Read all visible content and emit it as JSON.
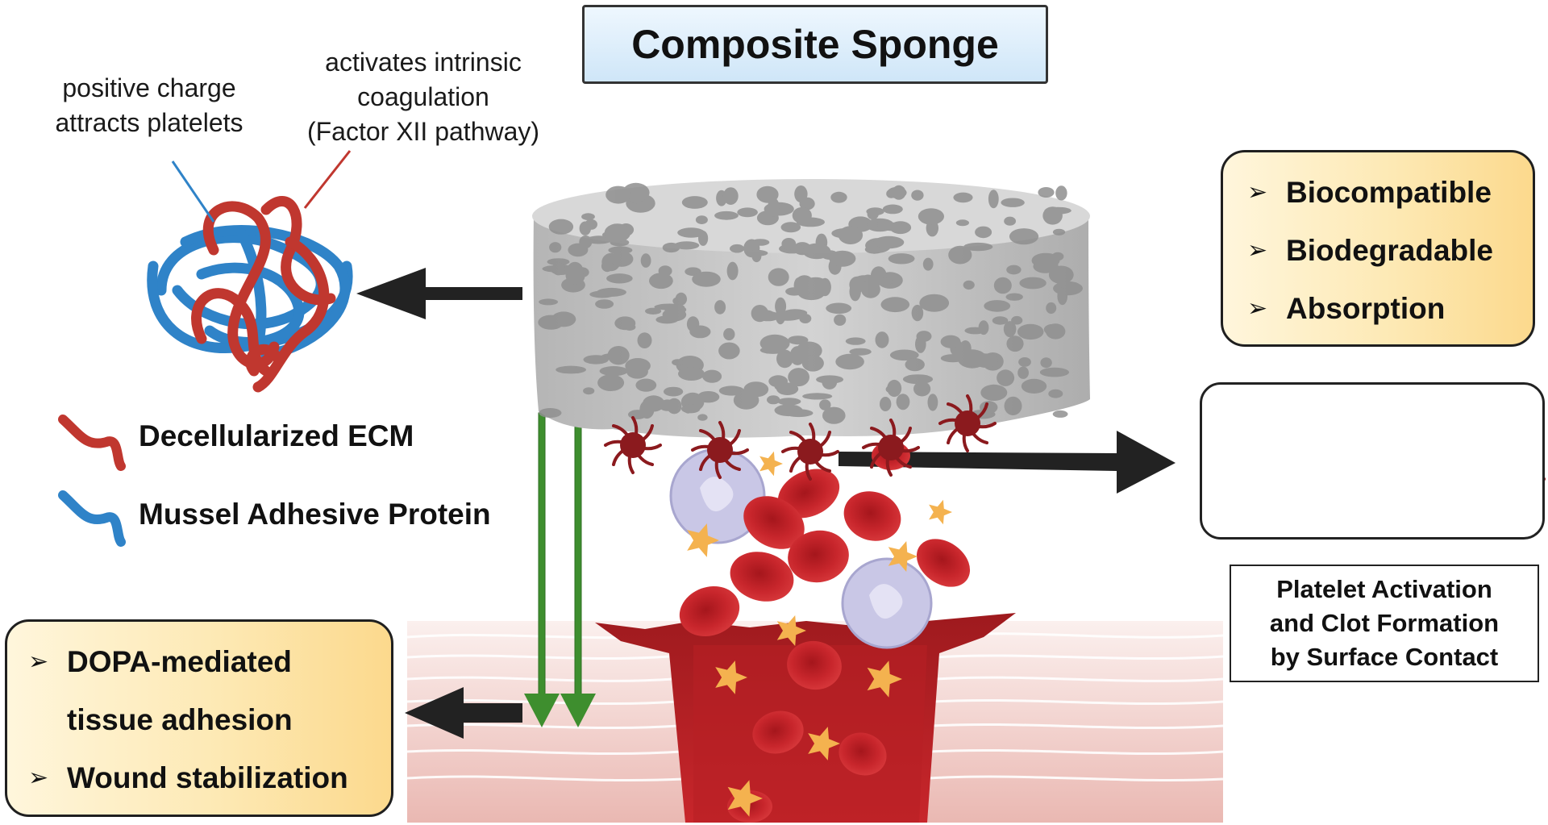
{
  "title": "Composite Sponge",
  "annotations": {
    "positive_charge": [
      "positive charge",
      "attracts platelets"
    ],
    "activates": [
      "activates intrinsic",
      "coagulation",
      "(Factor XII pathway)"
    ]
  },
  "legend": {
    "ecm": {
      "label": "Decellularized ECM",
      "color": "#c0372f"
    },
    "map": {
      "label": "Mussel Adhesive Protein",
      "color": "#2f83c8"
    }
  },
  "properties_top": {
    "items": [
      "Biocompatible",
      "Biodegradable",
      "Absorption"
    ]
  },
  "properties_bottom": {
    "item1_line1": "DOPA-mediated",
    "item1_line2": "tissue adhesion",
    "item2": "Wound stabilization"
  },
  "platelet_activation": {
    "label_lines": [
      "Platelet Activation",
      "and Clot Formation",
      "by Surface Contact"
    ]
  },
  "colors": {
    "title_box": "#d7ebf9",
    "property_box": "#fde3a7",
    "sponge": "#bdbdbd",
    "pore": "#8f8f8f",
    "red_blood_cell": "#c7232b",
    "activated_platelet": "#8b1a1e",
    "resting_platelet": "#f7c27a",
    "white_blood_cell": "#c9c7e6",
    "green_arrow": "#3e8e2e",
    "tissue": "#f4d5cf"
  },
  "icons": {
    "bullet": "chevron-right-icon"
  }
}
